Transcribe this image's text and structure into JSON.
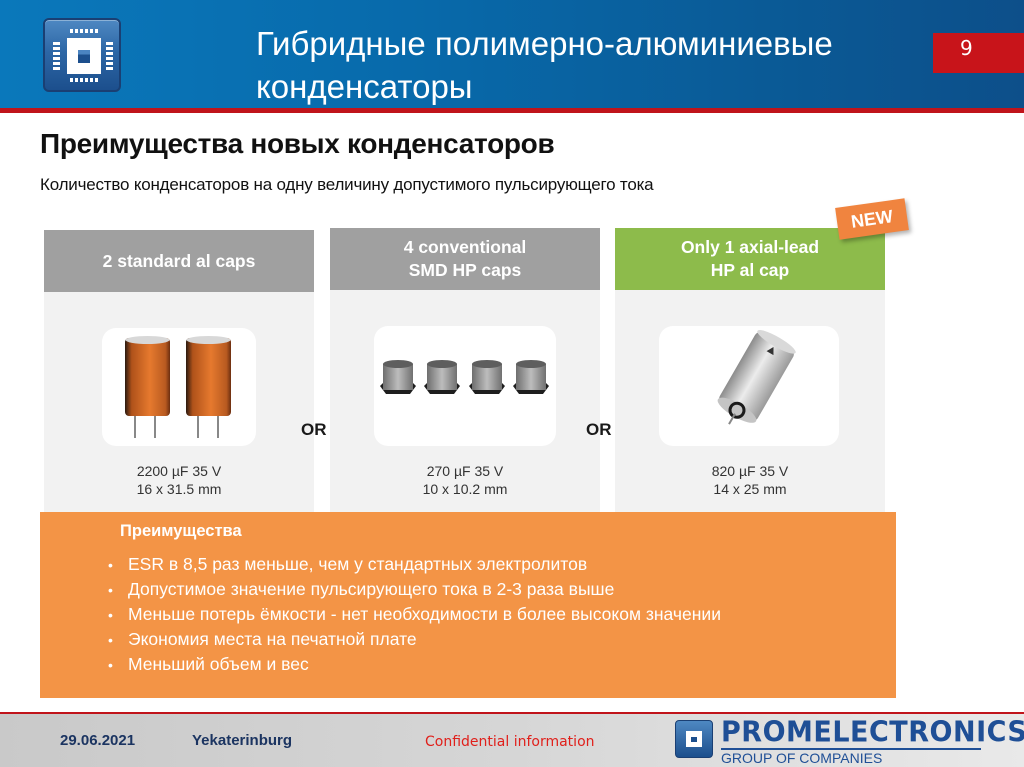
{
  "header": {
    "title_line1": "Гибридные полимерно-алюминиевые",
    "title_line2": "конденсаторы",
    "page_number": "9",
    "logo_icon": "chip-icon"
  },
  "section": {
    "title": "Преимущества новых конденсаторов",
    "subtitle": "Количество конденсаторов на одну величину допустимого пульсирующего тока"
  },
  "columns": [
    {
      "header_line1": "2 standard al caps",
      "header_line2": "",
      "image": "two-radial-electrolytic-capacitors",
      "spec_line1": "2200 µF 35 V",
      "spec_line2": "16 x 31.5 mm",
      "header_color": "#a0a0a0"
    },
    {
      "header_line1": "4 conventional",
      "header_line2": "SMD HP caps",
      "image": "four-smd-capacitors",
      "spec_line1": "270 µF 35 V",
      "spec_line2": "10 x 10.2 mm",
      "header_color": "#a0a0a0"
    },
    {
      "header_line1": "Only 1 axial-lead",
      "header_line2": "HP al cap",
      "image": "one-axial-lead-capacitor",
      "spec_line1": "820 µF 35 V",
      "spec_line2": "14 x 25 mm",
      "header_color": "#8dbb4b"
    }
  ],
  "separators": [
    "OR",
    "OR"
  ],
  "badge": {
    "label": "NEW",
    "color": "#f0843f"
  },
  "advantages": {
    "title": "Преимущества",
    "items": [
      "ESR в 8,5 раз меньше, чем у стандартных электролитов",
      "Допустимое значение пульсирующего тока в 2-3 раза выше",
      "Меньше потерь ёмкости - нет необходимости в более высоком значении",
      "Экономия места на печатной плате",
      "Меньший объем и вес"
    ],
    "bullet": "•",
    "color": "#f39446"
  },
  "footer": {
    "date": "29.06.2021",
    "city": "Yekaterinburg",
    "confidential": "Confidential  information",
    "brand_name": "PROMELECTRONICS",
    "brand_sub": "GROUP OF COMPANIES"
  },
  "colors": {
    "header_blue": "#0a6aab",
    "accent_red": "#c8141a",
    "brand_blue": "#1f4f96"
  }
}
